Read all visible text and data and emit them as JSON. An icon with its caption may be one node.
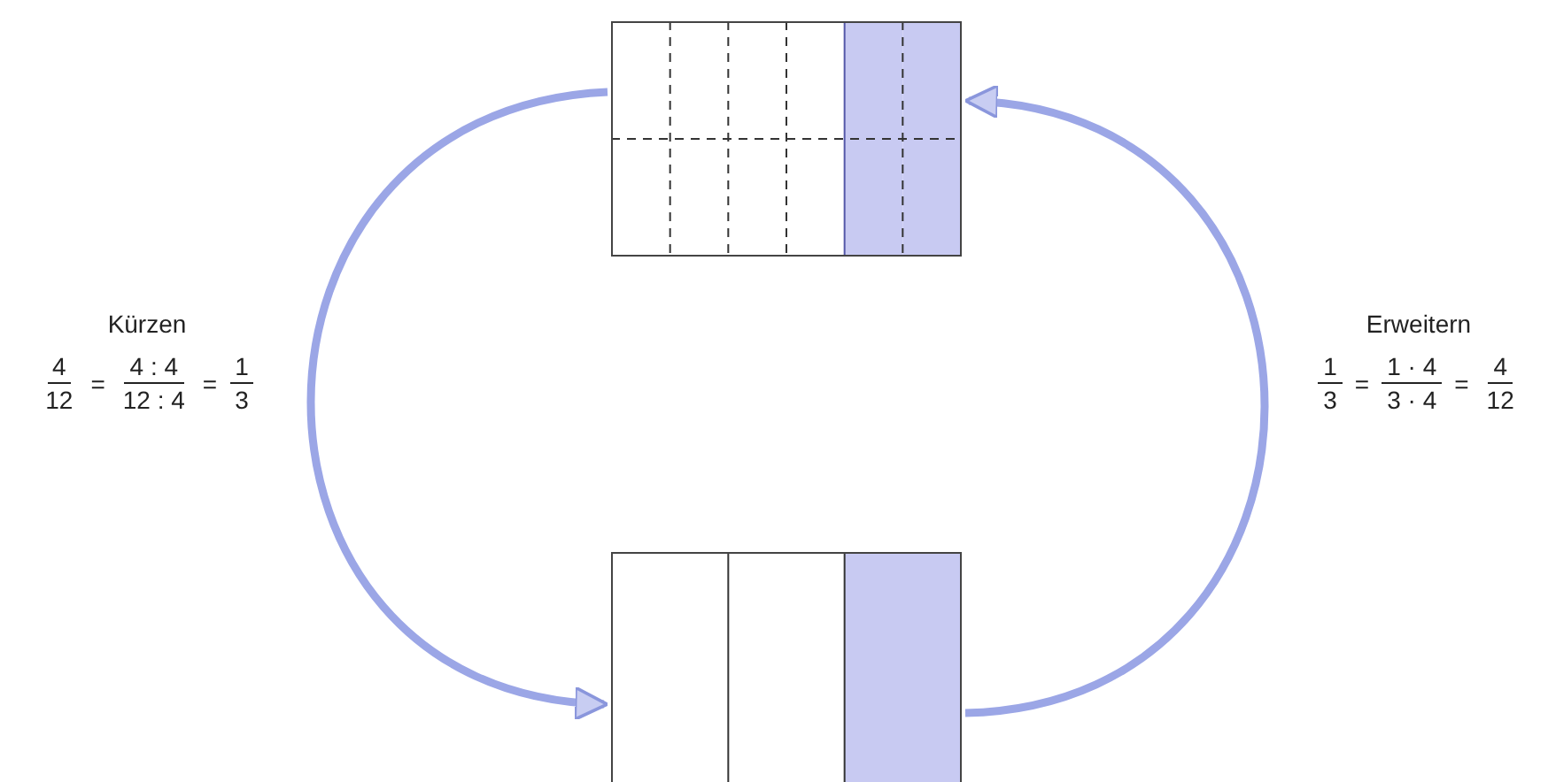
{
  "diagram": {
    "nodes": [
      {
        "text": [],
        "shape": "box"
      },
      {
        "text": [],
        "shape": "box"
      }
    ],
    "edges": [
      {
        "from": 0,
        "to": 1,
        "arrow": "to"
      },
      {
        "from": 1,
        "to": 0,
        "arrow": "to"
      }
    ],
    "labels": [
      "Kürzen",
      "4",
      "12",
      "=",
      "4 : 4",
      "12 : 4",
      "=",
      "1",
      "3",
      "Erweitern",
      "1",
      "3",
      "=",
      "1 · 4",
      "3 · 4",
      "=",
      "4",
      "12"
    ]
  }
}
